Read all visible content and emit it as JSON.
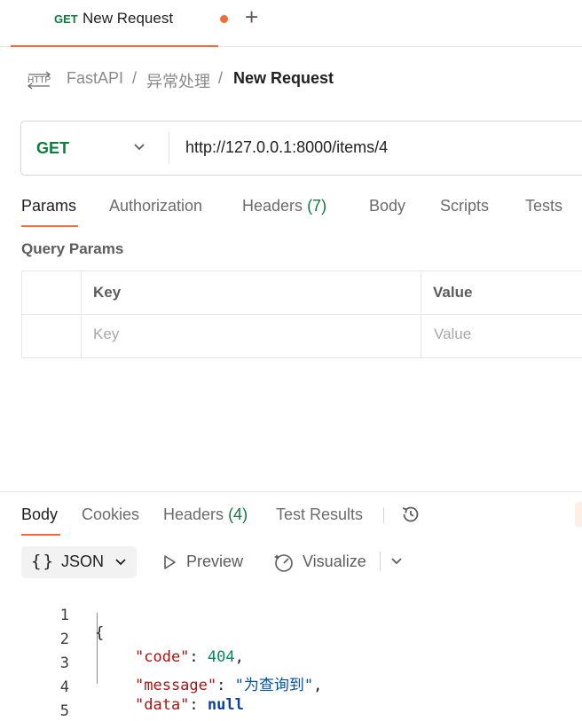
{
  "tab": {
    "method": "GET",
    "title": "New Request",
    "unsaved_indicator": "#f26b3a"
  },
  "breadcrumb": {
    "icon": "http-icon",
    "items": [
      "FastAPI",
      "异常处理"
    ],
    "separator": "/",
    "current": "New Request"
  },
  "request": {
    "method": "GET",
    "url": "http://127.0.0.1:8000/items/4"
  },
  "request_tabs": [
    {
      "label": "Params",
      "count": "",
      "active": true
    },
    {
      "label": "Authorization",
      "count": "",
      "active": false
    },
    {
      "label": "Headers",
      "count": "(7)",
      "active": false
    },
    {
      "label": "Body",
      "count": "",
      "active": false
    },
    {
      "label": "Scripts",
      "count": "",
      "active": false
    },
    {
      "label": "Tests",
      "count": "",
      "active": false
    }
  ],
  "query_params": {
    "title": "Query Params",
    "columns": [
      "Key",
      "Value"
    ],
    "placeholders": {
      "key": "Key",
      "value": "Value"
    }
  },
  "response_tabs": [
    {
      "label": "Body",
      "count": "",
      "active": true
    },
    {
      "label": "Cookies",
      "count": "",
      "active": false
    },
    {
      "label": "Headers",
      "count": "(4)",
      "active": false
    },
    {
      "label": "Test Results",
      "count": "",
      "active": false
    }
  ],
  "response_toolbar": {
    "format_icon": "{}",
    "format": "JSON",
    "preview": "Preview",
    "visualize": "Visualize"
  },
  "response_body": {
    "line_numbers": [
      "1",
      "2",
      "3",
      "4",
      "5"
    ],
    "open_brace": "{",
    "close_brace": "}",
    "fields": [
      {
        "key": "\"code\"",
        "value": "404",
        "type": "number",
        "comma": ","
      },
      {
        "key": "\"message\"",
        "value": "\"为查询到\"",
        "type": "string",
        "comma": ","
      },
      {
        "key": "\"data\"",
        "value": "null",
        "type": "null",
        "comma": ""
      }
    ]
  },
  "colors": {
    "accent": "#f26b3a",
    "method_get": "#0f7b3e",
    "json_key": "#a31515",
    "json_number": "#098658",
    "json_string": "#0451a5",
    "json_null": "#0b3fa0"
  }
}
